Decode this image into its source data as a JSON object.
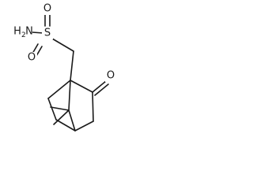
{
  "molecule": {
    "atoms": {
      "amine_n": "N",
      "amine_h": "H",
      "amine_h_count": "2",
      "sulfur": "S",
      "sulfonyl_o_top": "O",
      "sulfonyl_o_bottom": "O",
      "ketone_o": "O"
    }
  }
}
